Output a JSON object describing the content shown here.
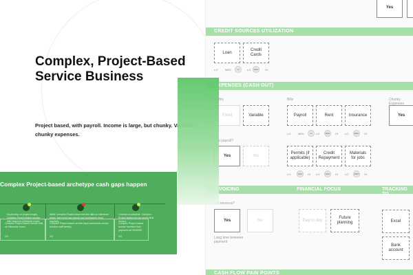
{
  "slide": {
    "title": "Complex, Project-Based Service Business",
    "subtitle": "Project based, with payroll. Income is large, but chunky. Variable, chunky expenses.",
    "panel_title": "Complex Project-based  archetype cash gaps happen",
    "panel_cols": [
      {
        "top_text": "Depending on project length, Complex Project based service bills based on milestone reach.",
        "bottom_text": "Complex Project based service bills on milestone reach.",
        "indicator_color": "#c8f04a"
      },
      {
        "top_text": "While Complex Project based service bills on milestone reach, they must pay payroll and contractors more regularly.",
        "bottom_text": "Complex Project based service pays contractors and/or full-time staff weekly.",
        "indicator_color": "#e53935"
      },
      {
        "top_text": "Contract is complete. Complex Project based service sends final invoice.",
        "bottom_text": "Complex Project based service receives final payment net 30/60/90.",
        "indicator_color": "#c8f04a"
      }
    ],
    "col_small": [
      "1/3",
      "2/3",
      "3/3"
    ]
  },
  "board": {
    "top_yes": "Yes",
    "credit": {
      "title": "CREDIT SOURCES UTILIZATION",
      "cards": [
        "Loan",
        "Credit Cards"
      ],
      "scale": [
        "LO",
        "MED",
        "HI",
        "LO",
        "MED",
        "HI"
      ]
    },
    "expenses": {
      "title": "EXPENSES (CASH OUT)",
      "fixed_label": "Highly",
      "bills_label": "Bills",
      "chunky_label": "Chunky Expenses",
      "payroll_q": "Has payroll?",
      "cards_row1": [
        "Fixed",
        "Variable",
        "Payroll",
        "Rent",
        "Insurance",
        "Yes"
      ],
      "cards_row2": [
        "Yes",
        "No",
        "Permits (if applicable)",
        "Credit Repayment",
        "Materials for jobs"
      ],
      "scale": [
        "LO",
        "MED",
        "HI",
        "LO",
        "MED",
        "HI",
        "LO",
        "MED",
        "HI"
      ]
    },
    "sections": {
      "invoicing": "INVOICING",
      "focus": "FINANCIAL FOCUS",
      "tracking": "TRACKING TO"
    },
    "invoicing": {
      "question": "Net invoices?",
      "cards": [
        "Yes",
        "No"
      ],
      "footer": "Long time between payment"
    },
    "focus": {
      "cards": [
        "Day to day",
        "Future planning"
      ]
    },
    "tracking": {
      "cards": [
        "Excel",
        "Bank account"
      ]
    },
    "pain_title": "CASH FLOW PAIN POINTS"
  }
}
